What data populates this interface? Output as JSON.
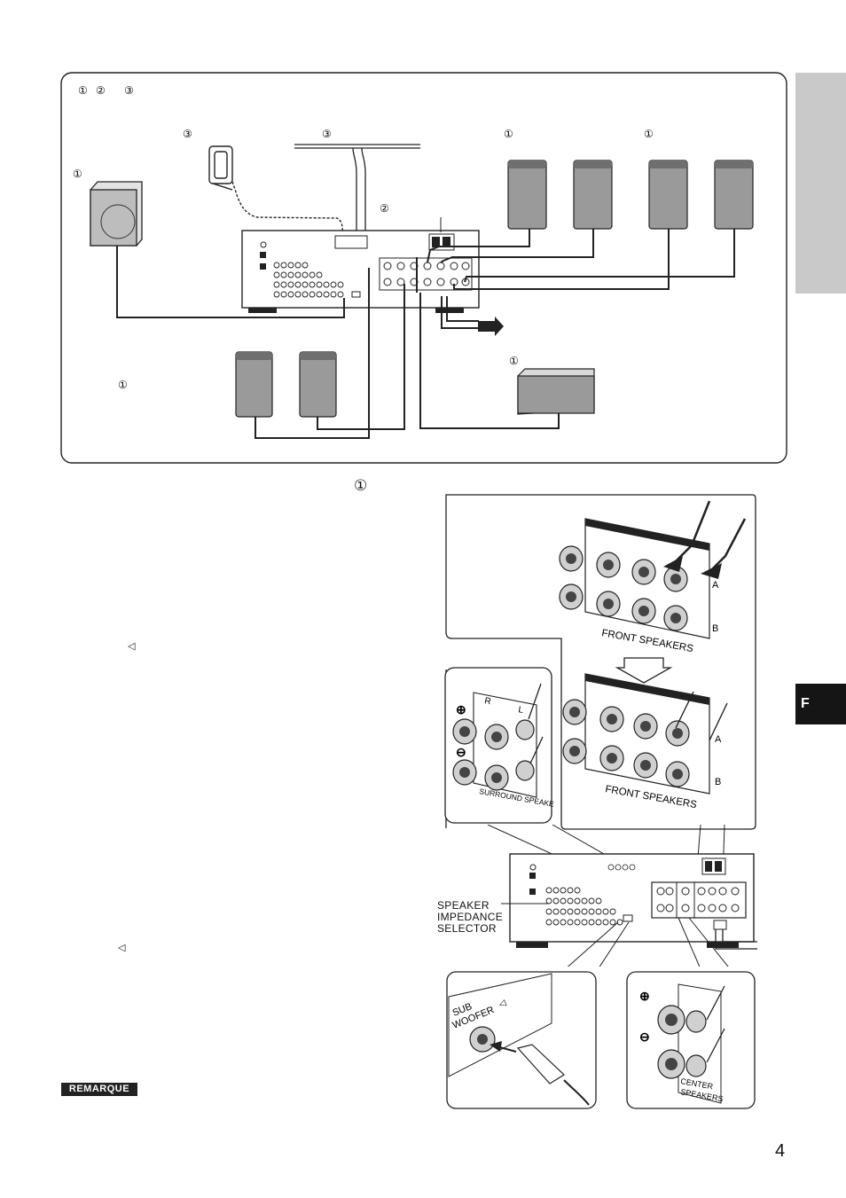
{
  "side_tab": {
    "language_letter": "F"
  },
  "top_diagram": {
    "header_markers": [
      "①",
      "②",
      "③"
    ],
    "subwoofer_marker": "①",
    "loop_antenna_marker": "③",
    "fm_antenna_marker": "③",
    "wire_marker": "②",
    "front_speakers_marker": "①",
    "front_b_speakers_marker": "①",
    "surround_marker": "①",
    "center_marker": "①"
  },
  "section_marker": "①",
  "speaker_icon_glyph": "◁",
  "illustrations": {
    "front_speakers_label_a": "FRONT SPEAKERS",
    "front_speakers_label_b": "FRONT SPEAKERS",
    "terminal_a": "A",
    "terminal_b": "B",
    "surround_label": "SURROUND SPEAKERS",
    "surround_r": "R",
    "surround_l": "L",
    "impedance_selector_label": [
      "SPEAKER",
      "IMPEDANCE",
      "SELECTOR"
    ],
    "subwoofer_jack_label": [
      "SUB",
      "WOOFER"
    ],
    "center_label": [
      "CENTER",
      "SPEAKERS"
    ]
  },
  "note_badge": "REMARQUE",
  "page_number": "4"
}
